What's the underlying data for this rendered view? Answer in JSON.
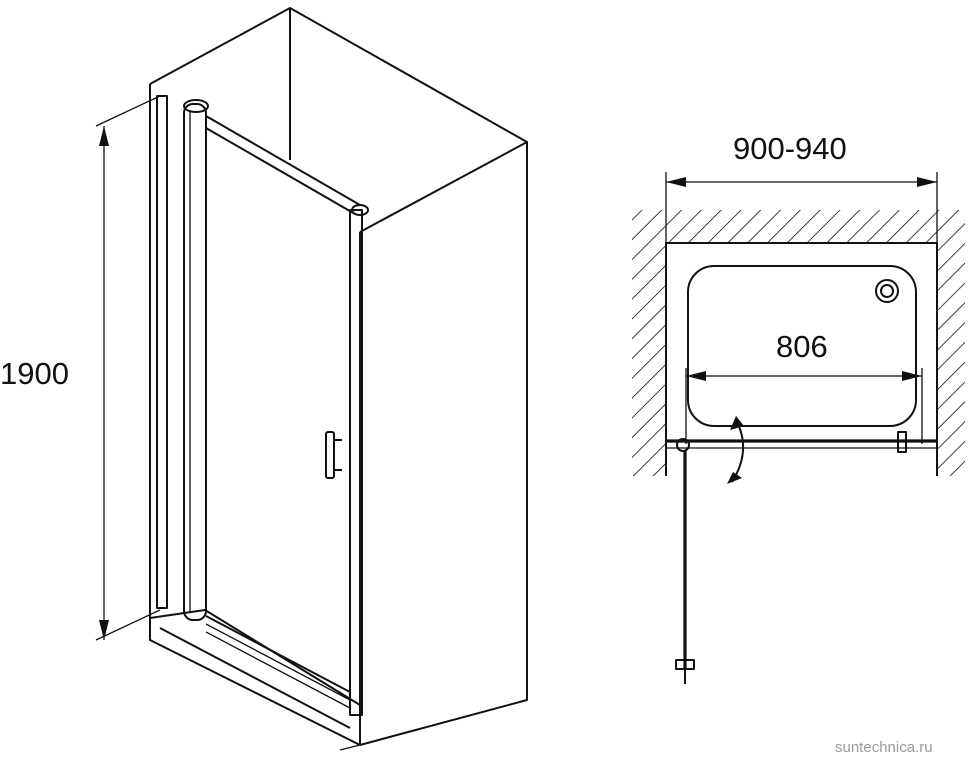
{
  "diagram": {
    "height_label": "1900",
    "width_range_label": "900-940",
    "door_width_label": "806",
    "watermark": "suntechnica.ru"
  }
}
